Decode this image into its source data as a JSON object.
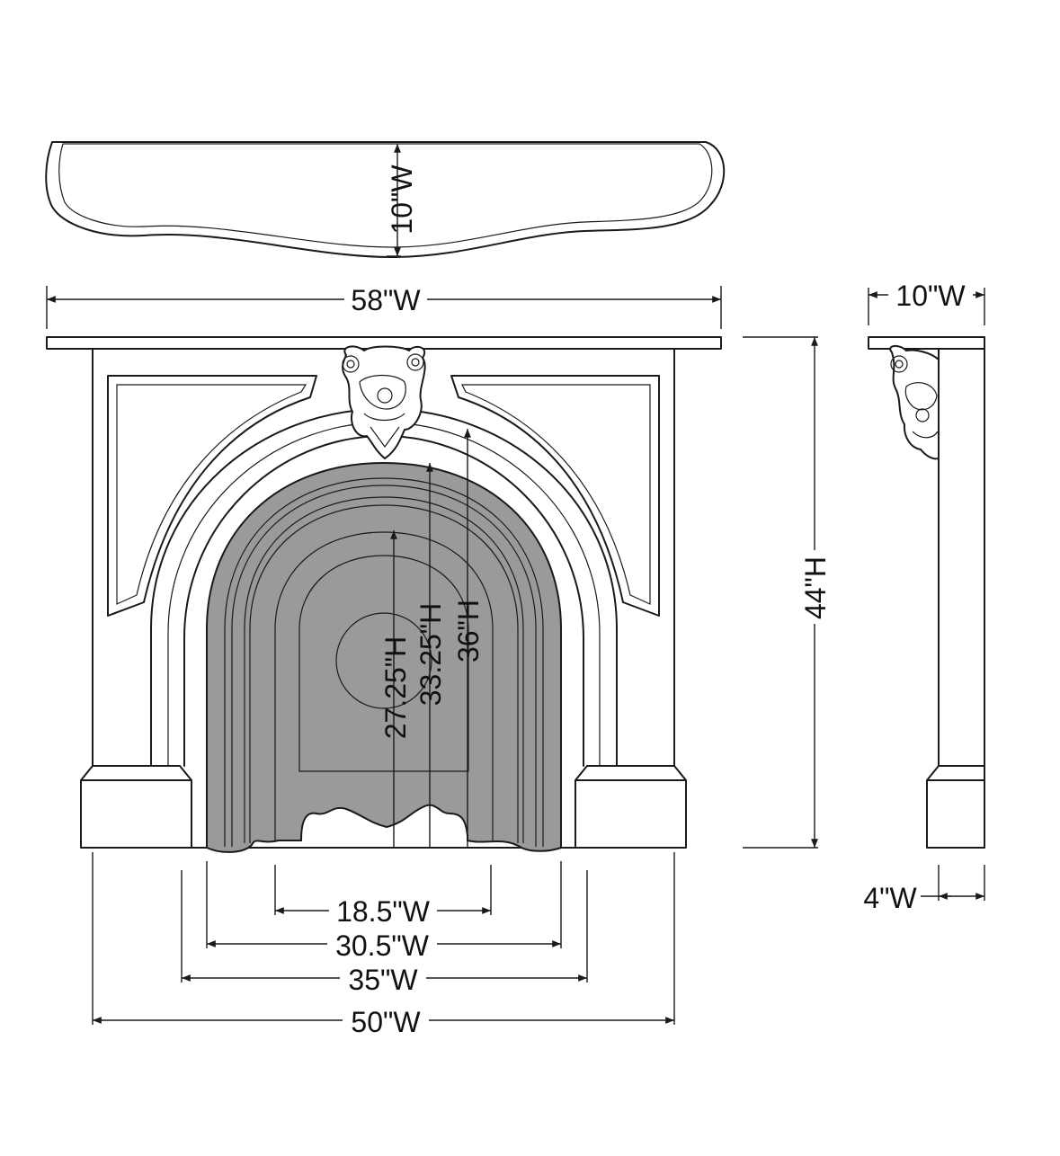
{
  "colors": {
    "line": "#1a1a1a",
    "firebox_fill": "#9a9a9a",
    "background": "#ffffff"
  },
  "top_view": {
    "depth_label": "10\"W"
  },
  "front_view": {
    "shelf_width_label": "58\"W",
    "height_label": "44\"H",
    "dim_18_5_label": "18.5\"W",
    "dim_30_5_label": "30.5\"W",
    "dim_35_label": "35\"W",
    "dim_50_label": "50\"W",
    "dim_27_25_label": "27.25\"H",
    "dim_33_25_label": "33.25\"H",
    "dim_36_label": "36\"H"
  },
  "side_view": {
    "depth_label": "10\"W",
    "leg_depth_label": "4\"W"
  }
}
